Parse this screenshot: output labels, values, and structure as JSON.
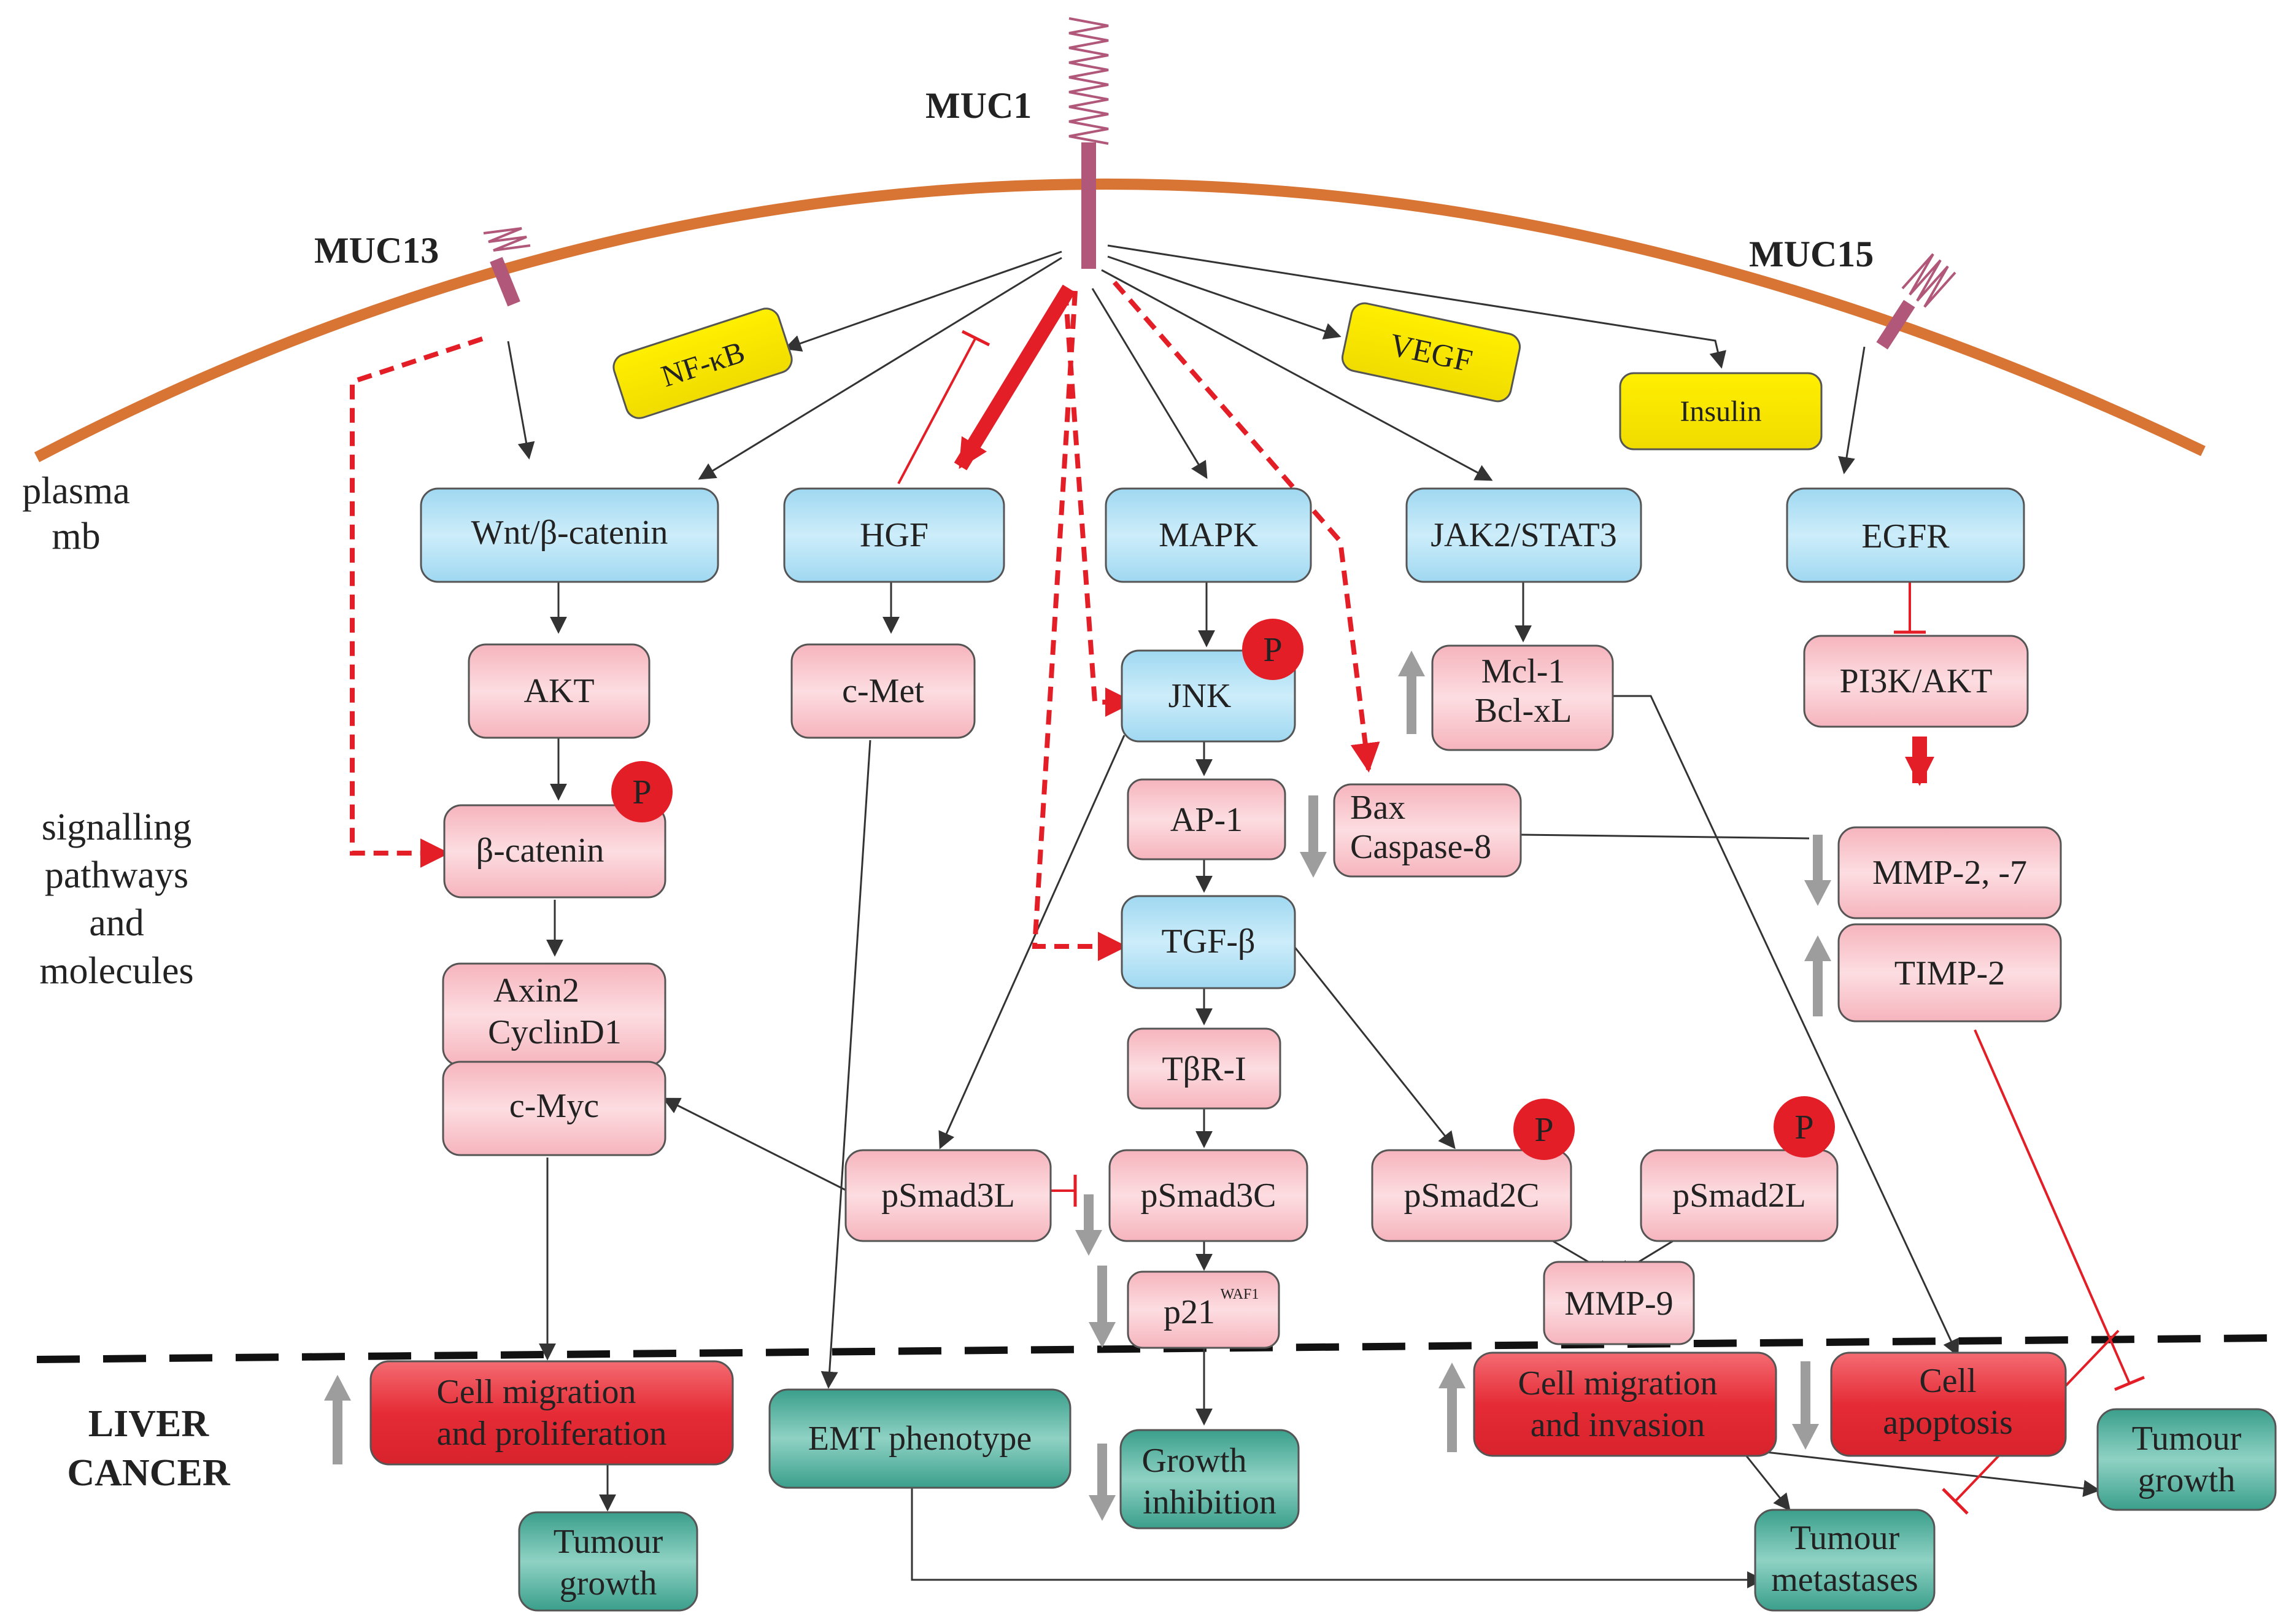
{
  "side_labels": {
    "plasma": [
      "plasma",
      "mb"
    ],
    "signalling": [
      "signalling",
      "pathways",
      "and",
      "molecules"
    ],
    "cancer": [
      "LIVER",
      "CANCER"
    ]
  },
  "mucins": {
    "muc1": "MUC1",
    "muc13": "MUC13",
    "muc15": "MUC15"
  },
  "nodes": {
    "nfkb": "NF-κB",
    "vegf": "VEGF",
    "insulin": "Insulin",
    "wnt": "Wnt/β-catenin",
    "hgf": "HGF",
    "mapk": "MAPK",
    "jak": "JAK2/STAT3",
    "egfr": "EGFR",
    "akt": "AKT",
    "cmet": "c-Met",
    "jnk": "JNK",
    "mcl_1": "Mcl-1",
    "mcl_2": "Bcl-xL",
    "pi3k": "PI3K/AKT",
    "bcat": "β-catenin",
    "ap1": "AP-1",
    "bax_1": "Bax",
    "bax_2": "Caspase-8",
    "mmp27": "MMP-2, -7",
    "axin_1": "Axin2",
    "axin_2": "CyclinD1",
    "tgfb": "TGF-β",
    "timp2": "TIMP-2",
    "tbr": "TβR-I",
    "cmyc": "c-Myc",
    "psmad3l": "pSmad3L",
    "psmad3c": "pSmad3C",
    "psmad2c": "pSmad2C",
    "psmad2l": "pSmad2L",
    "p21": "p21",
    "p21_sup": "WAF1",
    "mmp9": "MMP-9",
    "mig_prolif_1": "Cell migration",
    "mig_prolif_2": "and proliferation",
    "emt": "EMT phenotype",
    "growth_inhib_1": "Growth",
    "growth_inhib_2": "inhibition",
    "mig_inv_1": "Cell migration",
    "mig_inv_2": "and invasion",
    "apoptosis_1": "Cell",
    "apoptosis_2": "apoptosis",
    "tumour_growth_left_1": "Tumour",
    "tumour_growth_left_2": "growth",
    "tumour_growth_right_1": "Tumour",
    "tumour_growth_right_2": "growth",
    "metastases_1": "Tumour",
    "metastases_2": "metastases"
  },
  "phospho_label": "P",
  "colors": {
    "membrane": "#d87434",
    "mucin": "#b0577a",
    "blue_box": "#bfe6f6",
    "pink_box": "#f9c9cf",
    "yellow_box": "#f2e400",
    "red_box": "#e8333d",
    "green_box": "#4bab98",
    "inhibit_red": "#e41e26",
    "gray_arrow": "#9d9d9d"
  }
}
